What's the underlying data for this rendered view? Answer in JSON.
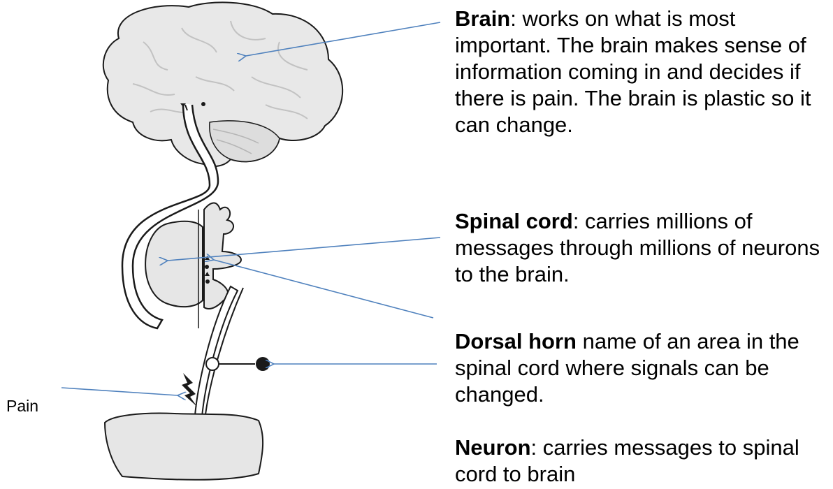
{
  "labels": {
    "pain": "Pain"
  },
  "descriptions": {
    "brain": {
      "term": "Brain",
      "text": ": works on what is most important. The brain makes sense of information coming in and decides if there is pain. The brain is plastic so it can change."
    },
    "spinal_cord": {
      "term": "Spinal cord",
      "text": ": carries millions of messages through millions of neurons to the brain."
    },
    "dorsal_horn": {
      "term": "Dorsal horn",
      "text": " name of an area in the spinal cord where signals can be changed."
    },
    "neuron": {
      "term": "Neuron",
      "text": ": carries messages to spinal cord to brain"
    }
  },
  "colors": {
    "arrow": "#4f81bd",
    "tissue": "#e6e6e6",
    "outline": "#1a1a1a"
  }
}
